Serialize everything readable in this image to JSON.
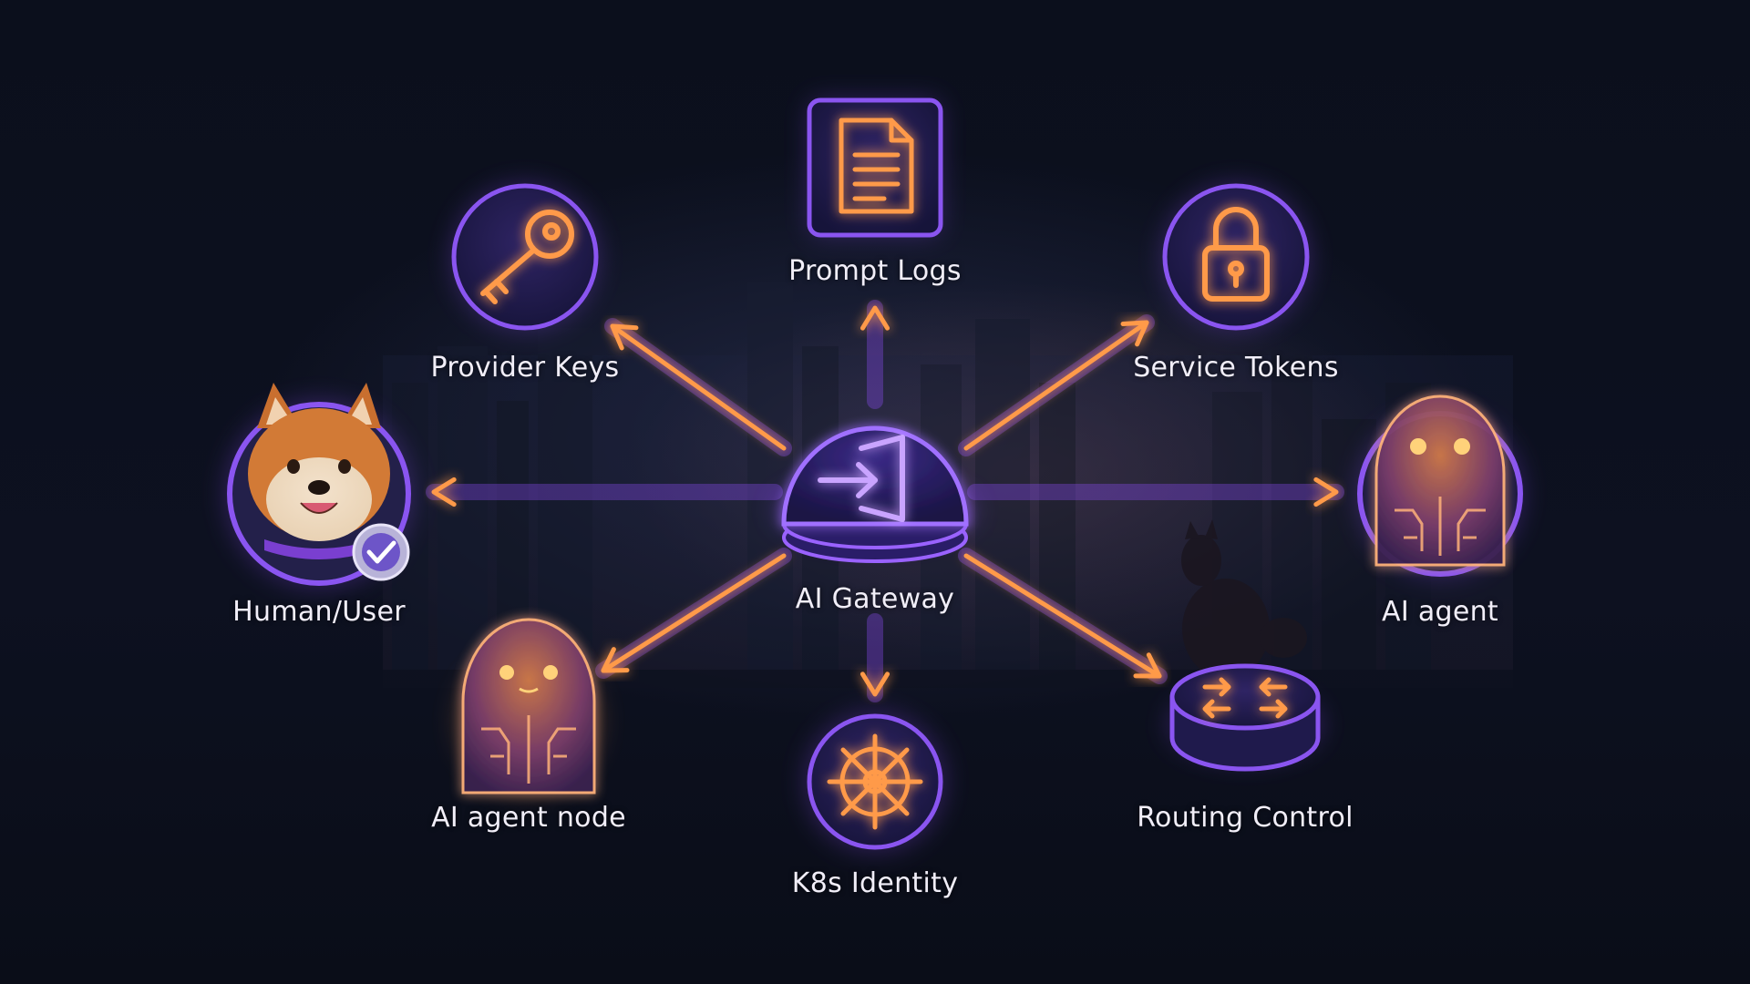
{
  "colors": {
    "accent_orange": "#ff9a4a",
    "accent_purple": "#8b4cf5",
    "background": "#0b0f1c",
    "label_text": "#f1eef8"
  },
  "nodes": {
    "center": {
      "label": "AI Gateway",
      "icon": "gateway-enter-icon"
    },
    "top": {
      "label": "Prompt Logs",
      "icon": "document-icon"
    },
    "top_left": {
      "label": "Provider Keys",
      "icon": "key-icon"
    },
    "top_right": {
      "label": "Service Tokens",
      "icon": "padlock-icon"
    },
    "left": {
      "label": "Human/User",
      "icon": "verified-user-avatar-icon"
    },
    "right": {
      "label": "AI agent",
      "icon": "robot-ghost-icon"
    },
    "bottom_left": {
      "label": "AI agent node",
      "icon": "robot-ghost-icon"
    },
    "bottom": {
      "label": "K8s Identity",
      "icon": "ship-wheel-icon"
    },
    "bottom_right": {
      "label": "Routing Control",
      "icon": "router-icon"
    }
  }
}
